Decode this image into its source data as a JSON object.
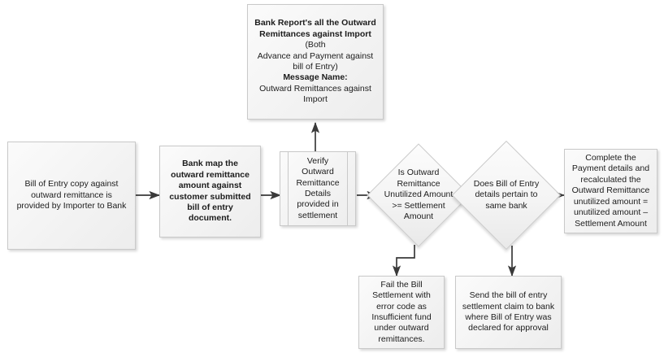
{
  "diagram": {
    "title": "Bill of Entry outward remittance settlement flow",
    "background_color": "#ffffff",
    "shape_fill": "#f4f4f4",
    "shape_border_color": "#c9c9c9",
    "text_color": "#1c1c1c",
    "connector_color": "#404040"
  },
  "nodes": {
    "bill_of_entry_copy": {
      "shape": "process",
      "text": "Bill of Entry copy against outward remittance is provided by Importer to Bank"
    },
    "bank_map_remittance": {
      "shape": "process",
      "bold": true,
      "text": "Bank map the outward remittance amount against customer submitted bill of entry document."
    },
    "verify_outward_remittance": {
      "shape": "predefined-process",
      "text": "Verify Outward Remittance Details provided in settlement"
    },
    "bank_report": {
      "shape": "process",
      "line1_bold": "Bank Report's all the Outward",
      "line2_bold": "Remittances against Import",
      "line2_plain": " (Both",
      "line3_plain": "Advance and Payment against bill of Entry)",
      "line4_bold": "Message Name:",
      "line5_plain": "Outward Remittances against Import"
    },
    "decision_unutilized_amount": {
      "shape": "decision",
      "text": "Is Outward Remittance Unutilized Amount >= Settlement Amount"
    },
    "decision_same_bank": {
      "shape": "decision",
      "text": "Does Bill of Entry details pertain to same bank"
    },
    "complete_payment_details": {
      "shape": "process",
      "text": "Complete the Payment details and recalculated the Outward Remittance unutilized amount = unutilized amount – Settlement Amount"
    },
    "fail_bill_settlement": {
      "shape": "process",
      "text": "Fail the Bill Settlement with error code as Insufficient fund under outward remittances."
    },
    "send_settlement_claim": {
      "shape": "process",
      "text": "Send the bill of entry settlement claim to bank where Bill of Entry was declared for approval"
    }
  },
  "connectors": [
    {
      "name": "copy-to-map",
      "from": "bill_of_entry_copy",
      "to": "bank_map_remittance",
      "direction": "right",
      "arrow": true
    },
    {
      "name": "map-to-verify",
      "from": "bank_map_remittance",
      "to": "verify_outward_remittance",
      "direction": "right",
      "arrow": true
    },
    {
      "name": "verify-to-report",
      "from": "verify_outward_remittance",
      "to": "bank_report",
      "direction": "up",
      "arrow": true
    },
    {
      "name": "verify-to-unutilized-decision",
      "from": "verify_outward_remittance",
      "to": "decision_unutilized_amount",
      "direction": "right",
      "arrow": true
    },
    {
      "name": "unutilized-decision-to-same-bank-decision",
      "from": "decision_unutilized_amount",
      "to": "decision_same_bank",
      "direction": "right",
      "arrow": true
    },
    {
      "name": "same-bank-decision-to-complete-payment",
      "from": "decision_same_bank",
      "to": "complete_payment_details",
      "direction": "right",
      "arrow": true
    },
    {
      "name": "unutilized-decision-to-fail-settlement",
      "from": "decision_unutilized_amount",
      "to": "fail_bill_settlement",
      "direction": "down-left-down",
      "arrow": true
    },
    {
      "name": "same-bank-decision-to-send-claim",
      "from": "decision_same_bank",
      "to": "send_settlement_claim",
      "direction": "down",
      "arrow": true
    }
  ]
}
